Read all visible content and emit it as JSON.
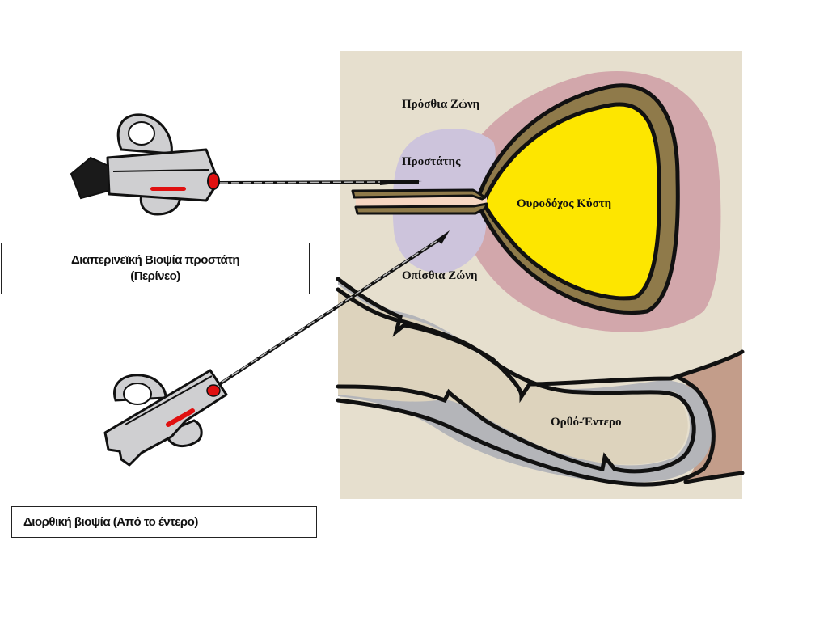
{
  "diagram": {
    "title": "Prostate biopsy approaches",
    "labels": {
      "anterior_zone": "Πρόσθια Ζώνη",
      "prostate": "Προστάτης",
      "bladder": "Ουροδόχος Κύστη",
      "posterior_zone": "Οπίσθια Ζώνη",
      "rectum": "Ορθό-Έντερο"
    },
    "captions": {
      "transperineal_line1": "Διαπερινεϊκή Βιοψία προστάτη",
      "transperineal_line2": "(Περίνεο)",
      "transrectal": "Διορθική βιοψία (Από το έντερο)"
    },
    "colors": {
      "background_tissue": "#e6dfce",
      "bladder_fill": "#fde600",
      "bladder_wall": "#8f7a4a",
      "perivesical": "#d2a7ab",
      "prostate": "#cdc4dc",
      "urethra": "#f6d6c2",
      "rectal_wall": "#b4b5b9",
      "rectum_lumen": "#ddd3bd",
      "anal_tissue": "#c39d8a",
      "biopsy_gun": "#cfcfd1",
      "biopsy_accent": "#e01010",
      "outline": "#111111"
    }
  }
}
